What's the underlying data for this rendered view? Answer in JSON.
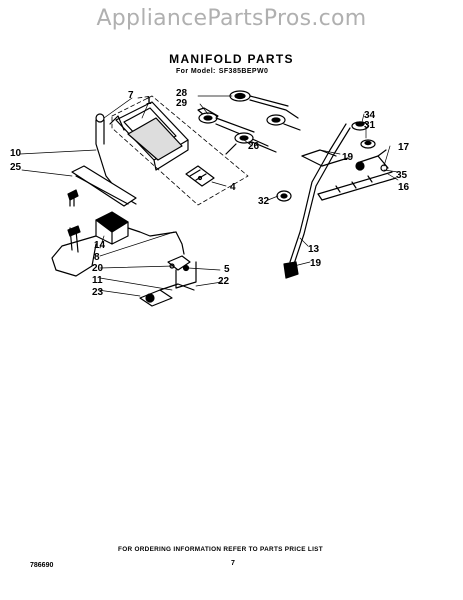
{
  "watermark": "AppliancePartsPros.com",
  "title": "MANIFOLD PARTS",
  "model_label": "For Model:",
  "model_number": "SF385BEPW0",
  "callouts": {
    "c1": "1",
    "c4": "4",
    "c5": "5",
    "c7": "7",
    "c8": "8",
    "c10": "10",
    "c11": "11",
    "c13": "13",
    "c14": "14",
    "c16": "16",
    "c17": "17",
    "c19a": "19",
    "c19b": "19",
    "c20": "20",
    "c22": "22",
    "c23": "23",
    "c25": "25",
    "c26": "26",
    "c28": "28",
    "c29": "29",
    "c31": "31",
    "c32": "32",
    "c34": "34",
    "c35": "35"
  },
  "footer": {
    "ordering_note": "FOR ORDERING INFORMATION REFER TO PARTS PRICE LIST",
    "doc_number": "786690",
    "page_number": "7"
  }
}
